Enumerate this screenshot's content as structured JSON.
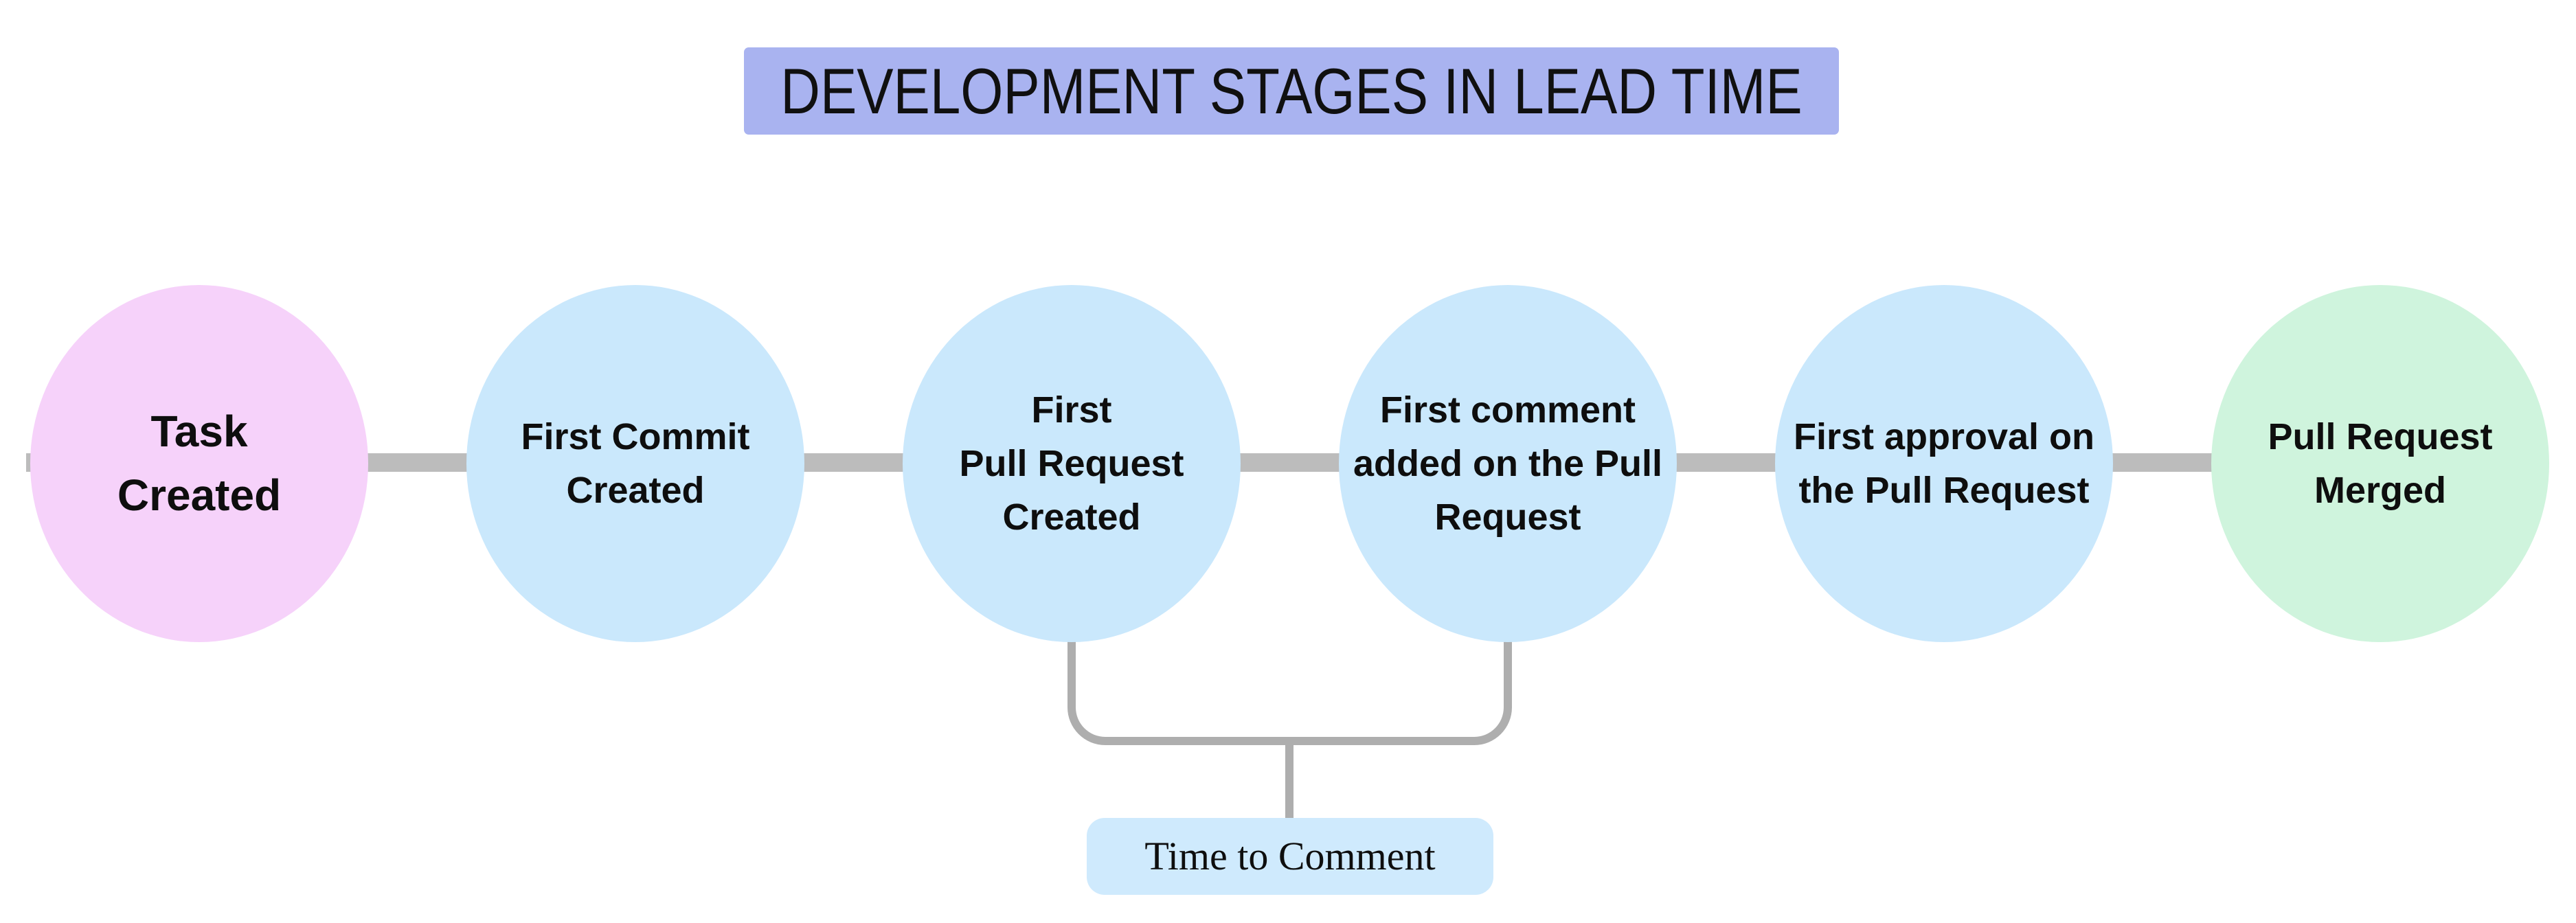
{
  "title": {
    "text": "DEVELOPMENT STAGES IN LEAD TIME",
    "bg": "#a9b3f0"
  },
  "stages": [
    {
      "label": "Task\nCreated",
      "color": "#f6d2fa",
      "role": "start"
    },
    {
      "label": "First Commit\nCreated",
      "color": "#cae8fc",
      "role": "middle"
    },
    {
      "label": "First\nPull Request\nCreated",
      "color": "#cae8fc",
      "role": "middle"
    },
    {
      "label": "First comment\nadded on the Pull\nRequest",
      "color": "#cae8fc",
      "role": "middle"
    },
    {
      "label": "First approval on\nthe Pull Request",
      "color": "#cae8fc",
      "role": "middle"
    },
    {
      "label": "Pull Request\nMerged",
      "color": "#cff4dd",
      "role": "end"
    }
  ],
  "annotation": {
    "label": "Time to Comment",
    "bg": "#cfeafd",
    "spans_stages": [
      "First\nPull Request\nCreated",
      "First comment\nadded on the Pull\nRequest"
    ]
  },
  "colors": {
    "connector": "#bcbcbc",
    "bracket": "#aeaeae",
    "text": "#0e0e0e"
  }
}
